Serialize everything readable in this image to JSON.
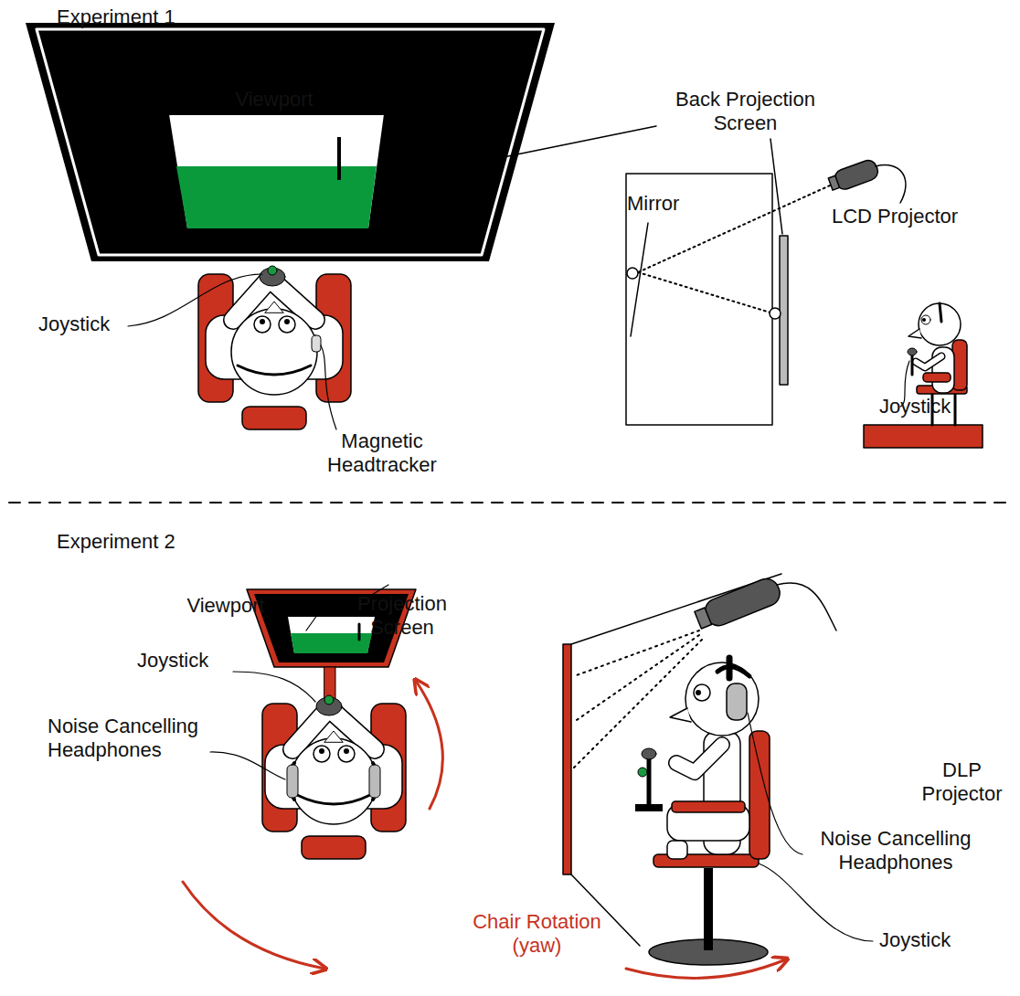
{
  "diagram": {
    "labels": [
      "Experiment 1",
      "Viewport",
      "Back Projection Screen",
      "Mirror",
      "LCD Projector",
      "Joystick",
      "Magnetic Headtracker",
      "Joystick",
      "Experiment 2",
      "Viewport",
      "Projection Screen",
      "DLP Projector",
      "Joystick",
      "Noise Cancelling Headphones",
      "Noise Cancelling Headphones",
      "Chair Rotation (yaw)",
      "Joystick"
    ]
  }
}
